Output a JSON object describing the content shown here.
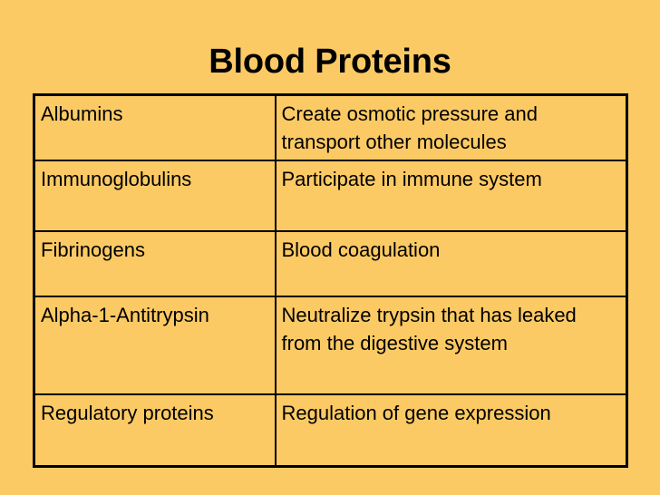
{
  "slide": {
    "title": "Blood Proteins",
    "background_color": "#fcca64",
    "text_color": "#000000",
    "border_color": "#000000"
  },
  "table": {
    "rows": [
      {
        "name": "Albumins",
        "function": "Create osmotic pressure and transport other molecules"
      },
      {
        "name": "Immunoglobulins",
        "function": "Participate in immune system"
      },
      {
        "name": "Fibrinogens",
        "function": "Blood coagulation"
      },
      {
        "name": "Alpha-1-Antitrypsin",
        "function": "Neutralize trypsin that has leaked from the digestive system"
      },
      {
        "name": "Regulatory proteins",
        "function": "Regulation of gene expression"
      }
    ]
  }
}
